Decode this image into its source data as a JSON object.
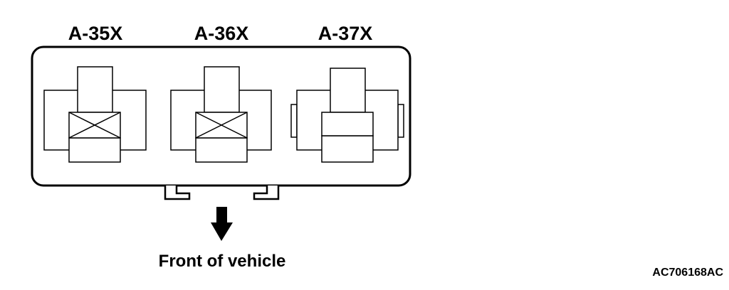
{
  "relays": [
    {
      "label": "A-35X",
      "state": "unused"
    },
    {
      "label": "A-36X",
      "state": "unused"
    },
    {
      "label": "A-37X",
      "state": "used"
    }
  ],
  "direction_label": "Front of vehicle",
  "figure_code": "AC706168AC"
}
